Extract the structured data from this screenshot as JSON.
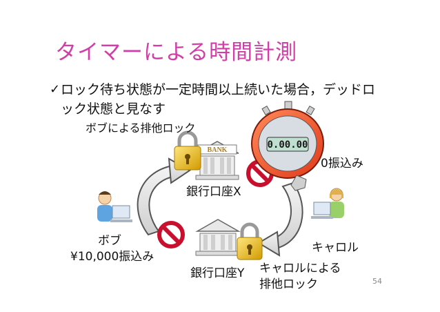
{
  "slide": {
    "title": "タイマーによる時間計測",
    "bullet": "ロック待ち状態が一定時間以上続いた場合，デッドロック状態と見なす",
    "subtitle": "ボブによる排他ロック",
    "bank_sign": "BANK",
    "bank_x_label": "銀行口座X",
    "bank_y_label": "銀行口座Y",
    "bob_label": "ボブ",
    "bob_transfer": "¥10,000振込み",
    "carol_label": "キャロル",
    "carol_transfer_partial": "0振込み",
    "carol_lock_line1": "キャロルによる",
    "carol_lock_line2": "排他ロック",
    "timer_display": "0.00.00",
    "page_number": "54"
  }
}
